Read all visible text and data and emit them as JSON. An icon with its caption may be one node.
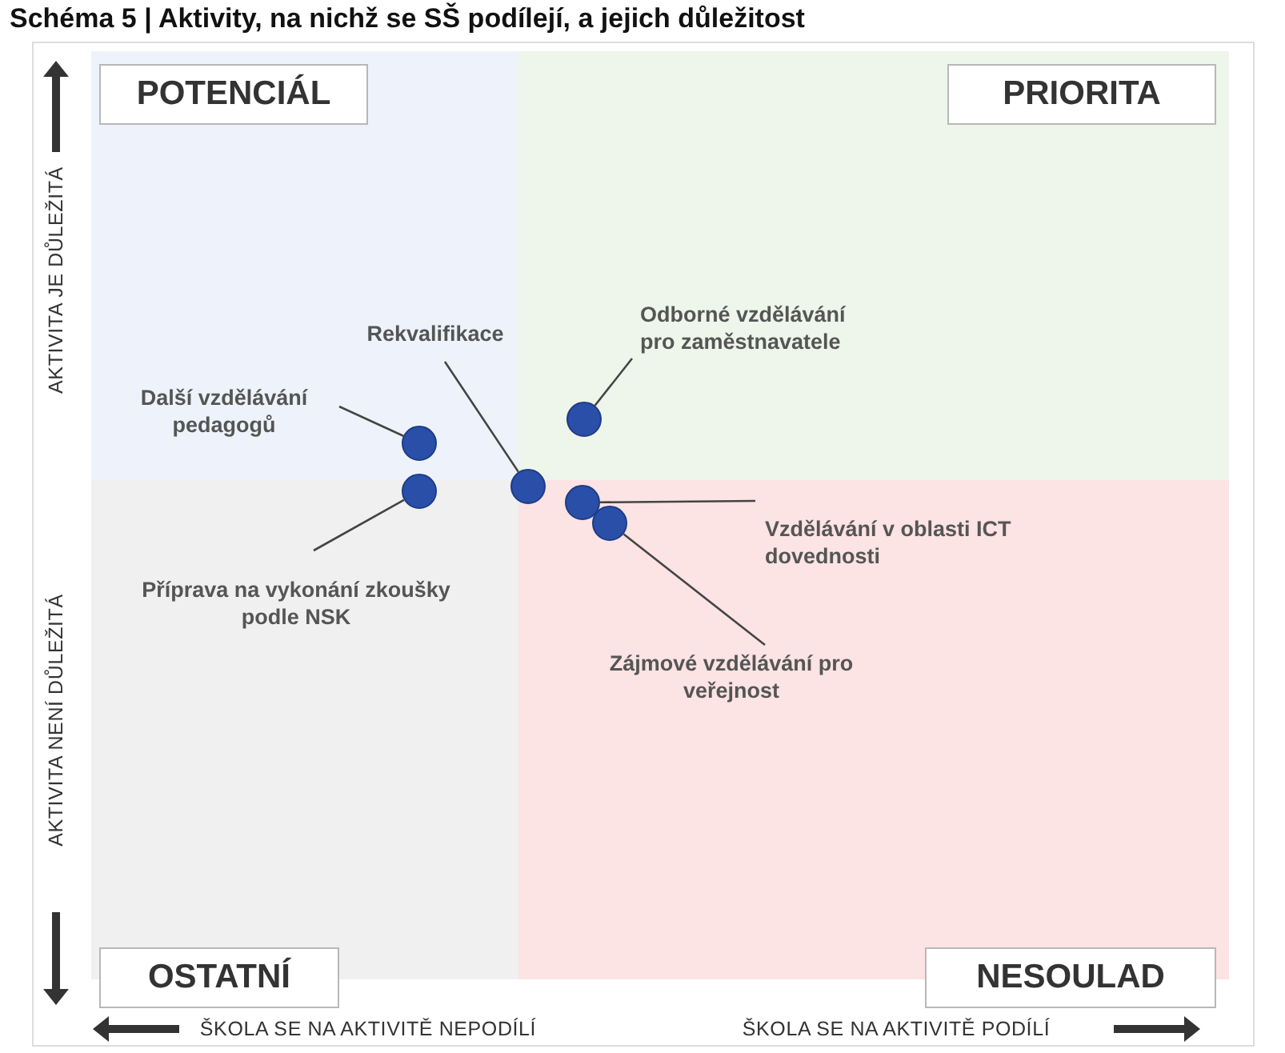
{
  "diagram": {
    "title": "Schéma 5 | Aktivity, na nichž se SŠ podílejí, a jejich důležitost",
    "nodes": [
      {
        "text": [
          "POTENCIÁL"
        ]
      },
      {
        "text": [
          "PRIORITA"
        ]
      },
      {
        "text": [
          "Rekvalifikace"
        ]
      },
      {
        "text": [
          "Odborné vzdělávání pro zaměstnavatele"
        ]
      },
      {
        "text": [
          "Další vzdělávání pedagogů"
        ]
      },
      {
        "text": [],
        "shape": "circle"
      },
      {
        "text": [],
        "shape": "circle"
      },
      {
        "text": [],
        "shape": "circle"
      },
      {
        "text": [],
        "shape": "circle"
      },
      {
        "text": [],
        "shape": "circle"
      },
      {
        "text": [],
        "shape": "circle"
      },
      {
        "text": [
          "Vzdělávání v oblasti ICT dovednosti"
        ]
      },
      {
        "text": [
          "Příprava na vykonání zkoušky podle NSK"
        ]
      },
      {
        "text": [
          "Zájmové vzdělávání pro veřejnost"
        ]
      },
      {
        "text": [
          "OSTATNÍ"
        ]
      },
      {
        "text": [
          "NESOULAD"
        ]
      }
    ],
    "edges": [
      {
        "from": 2,
        "to": 7,
        "arrow": "none"
      },
      {
        "from": 3,
        "to": 5,
        "arrow": "none"
      },
      {
        "from": 4,
        "to": 6,
        "arrow": "none"
      },
      {
        "from": 11,
        "to": 9,
        "arrow": "none"
      },
      {
        "from": 12,
        "to": 8,
        "arrow": "none"
      },
      {
        "from": 13,
        "to": 10,
        "arrow": "none"
      }
    ],
    "labels": [
      "AKTIVITA JE DŮLEŽITÁ",
      "AKTIVITA NENÍ DŮLEŽITÁ",
      "ŠKOLA SE NA AKTIVITĚ NEPODÍLÍ",
      "ŠKOLA SE NA AKTIVITĚ PODÍLÍ"
    ]
  }
}
